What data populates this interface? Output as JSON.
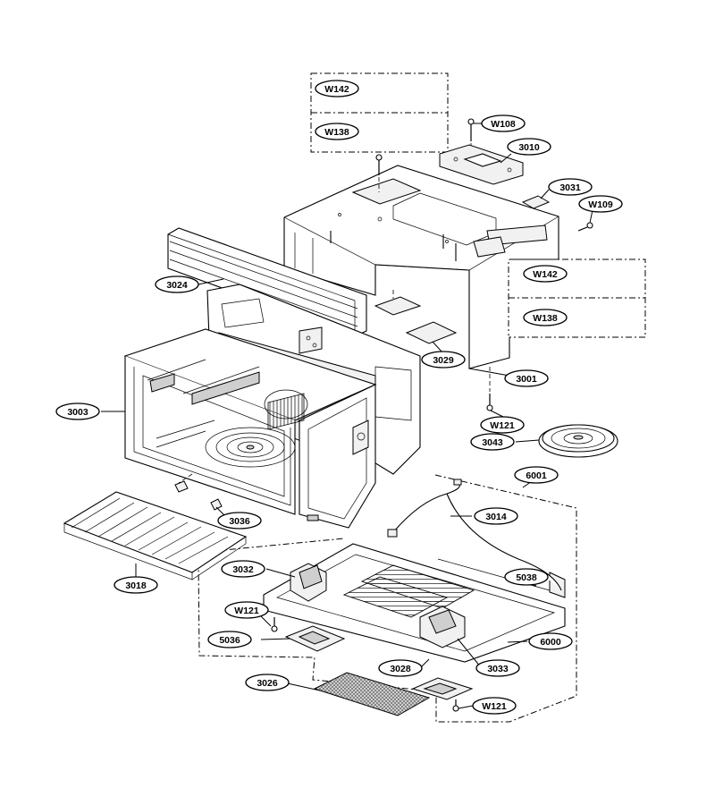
{
  "labels": {
    "w142_top": "W142",
    "w138_top": "W138",
    "w108": "W108",
    "p3010": "3010",
    "p3031": "3031",
    "w109": "W109",
    "w142_mid": "W142",
    "w138_mid": "W138",
    "p3024": "3024",
    "p3029": "3029",
    "p3001": "3001",
    "w121_mid": "W121",
    "p3003": "3003",
    "p3043": "3043",
    "p6001": "6001",
    "p3014": "3014",
    "p3036": "3036",
    "p3018": "3018",
    "p3032": "3032",
    "p5038": "5038",
    "w121_left": "W121",
    "p5036": "5036",
    "p6000": "6000",
    "p3028": "3028",
    "p3033": "3033",
    "p3026": "3026",
    "w121_bottom": "W121"
  }
}
